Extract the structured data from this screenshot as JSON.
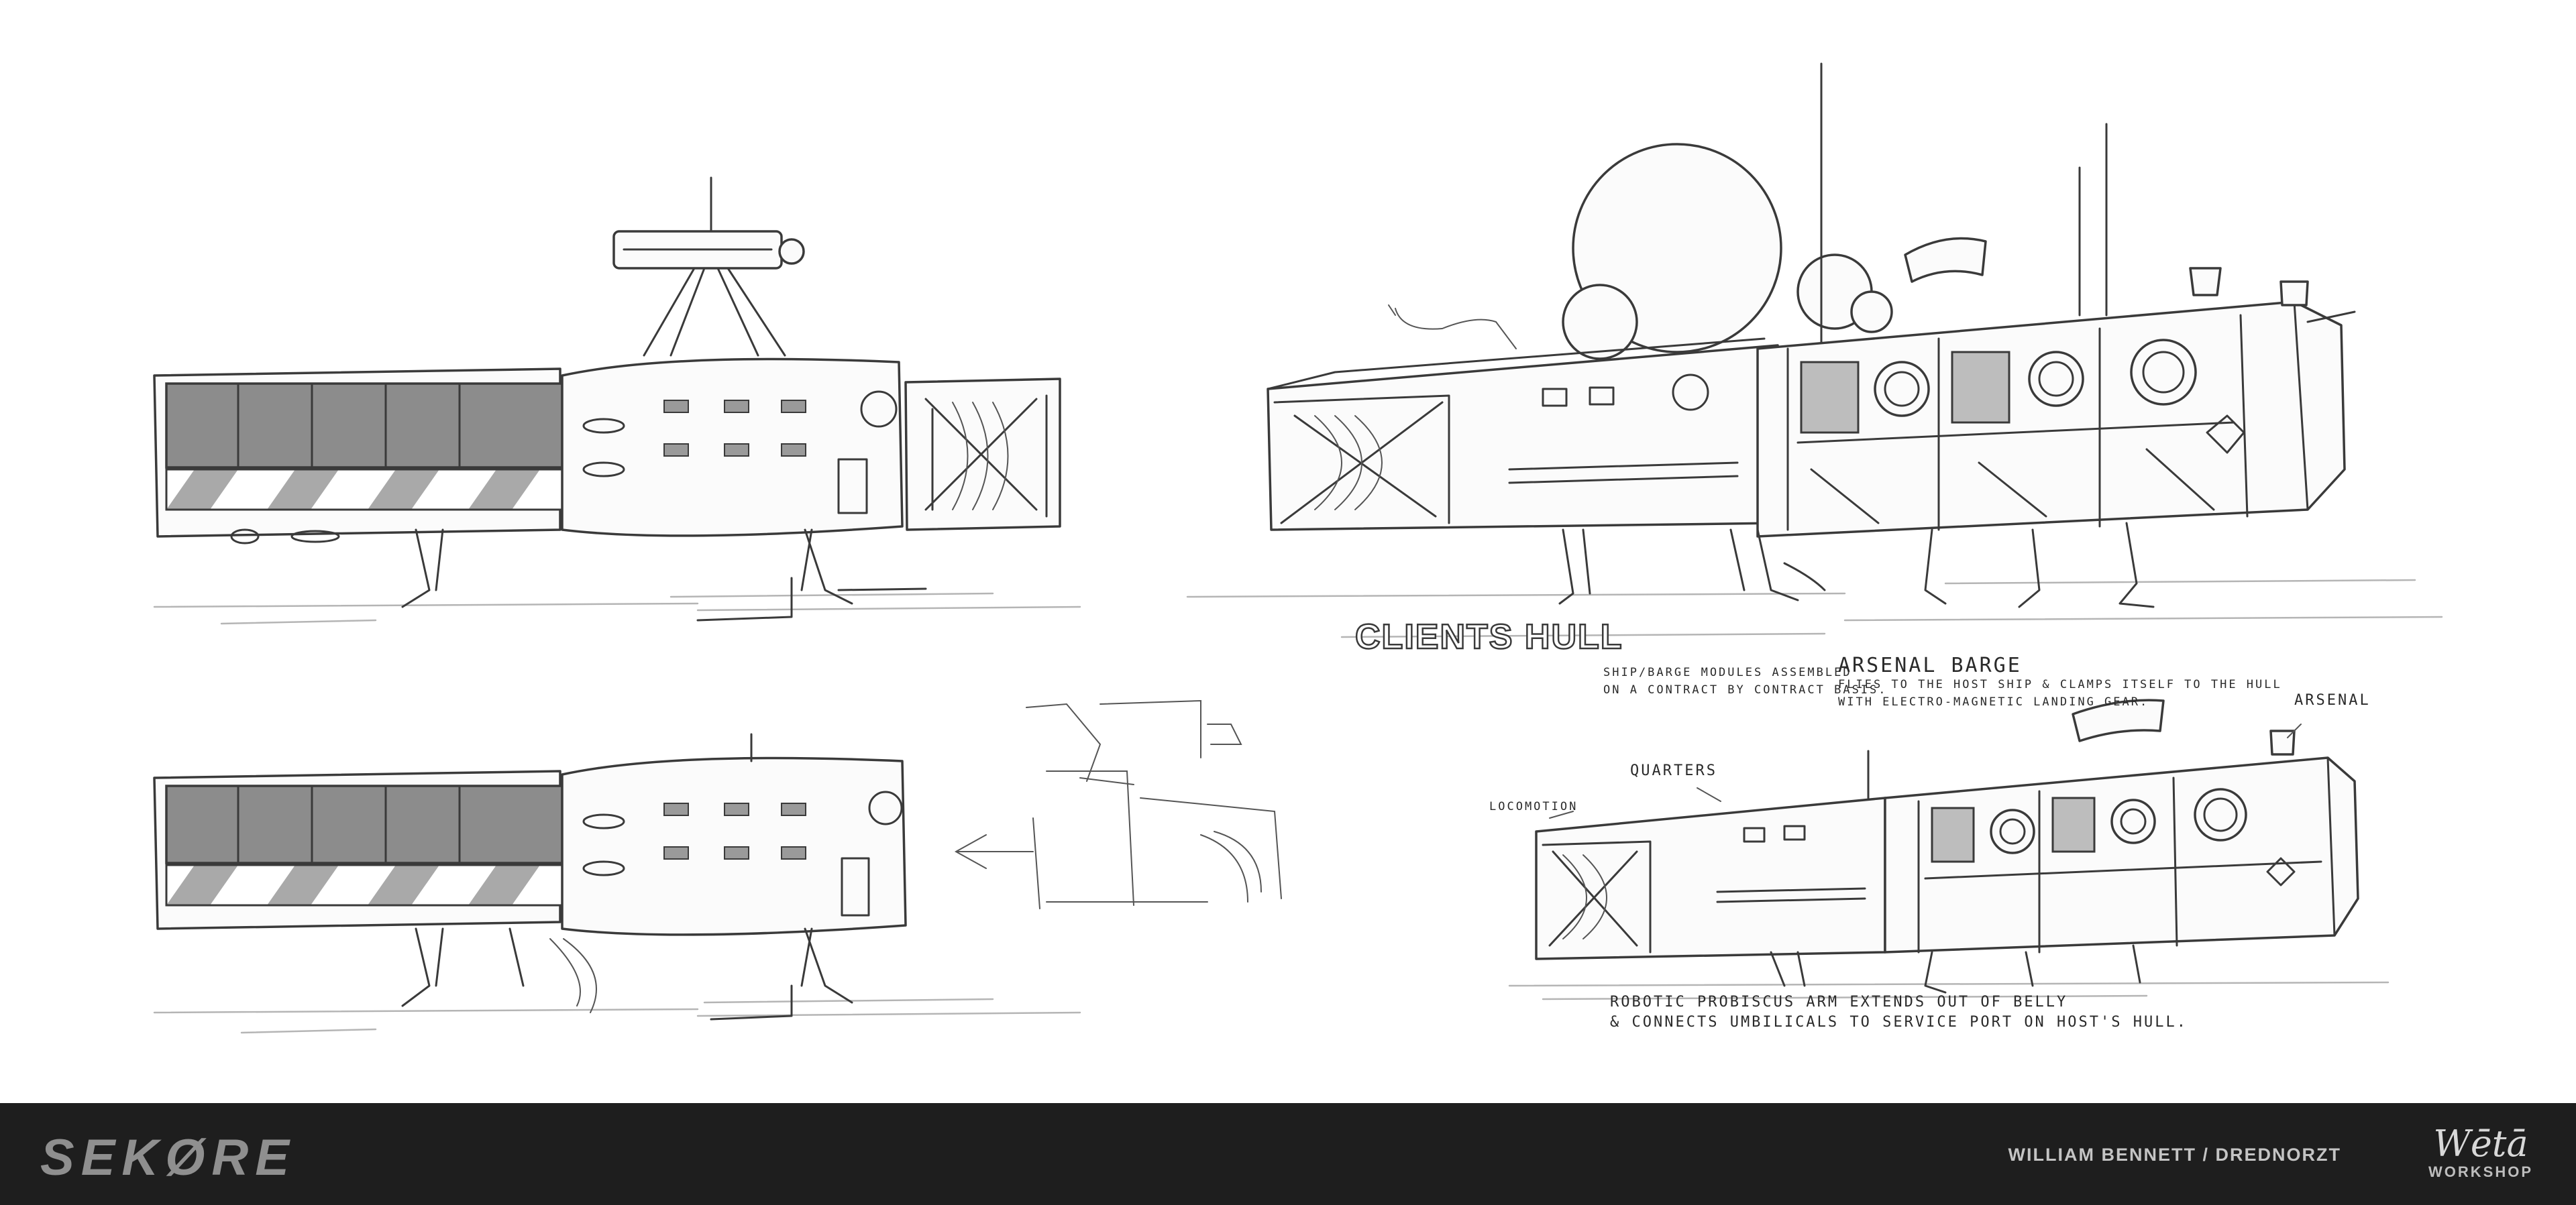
{
  "sheet": {
    "annotations": {
      "hull_label": "CLIENTS HULL",
      "docking_note": [
        "SHIP/BARGE MODULES ASSEMBLED",
        "ON A CONTRACT BY CONTRACT BASIS."
      ],
      "barge_title": "ARSENAL BARGE",
      "barge_note": [
        "FLIES TO THE HOST SHIP & CLAMPS ITSELF TO THE HULL",
        "WITH ELECTRO-MAGNETIC LANDING GEAR."
      ],
      "quarters": "QUARTERS",
      "locomotion": "LOCOMOTION",
      "arsenal": "ARSENAL",
      "arm_note": [
        "ROBOTIC PROBISCUS ARM EXTENDS OUT OF BELLY",
        "& CONNECTS UMBILICALS TO SERVICE PORT ON HOST'S HULL."
      ]
    }
  },
  "footer": {
    "brand": "SEKØRE",
    "credit": "WILLIAM BENNETT / DREDNORZT",
    "studio_name": "Wētā",
    "studio_sub": "WORKSHOP"
  },
  "colors": {
    "footer_bg": "#1e1e1e",
    "sketch_ink": "#3a3a3a",
    "paper": "#ffffff"
  }
}
